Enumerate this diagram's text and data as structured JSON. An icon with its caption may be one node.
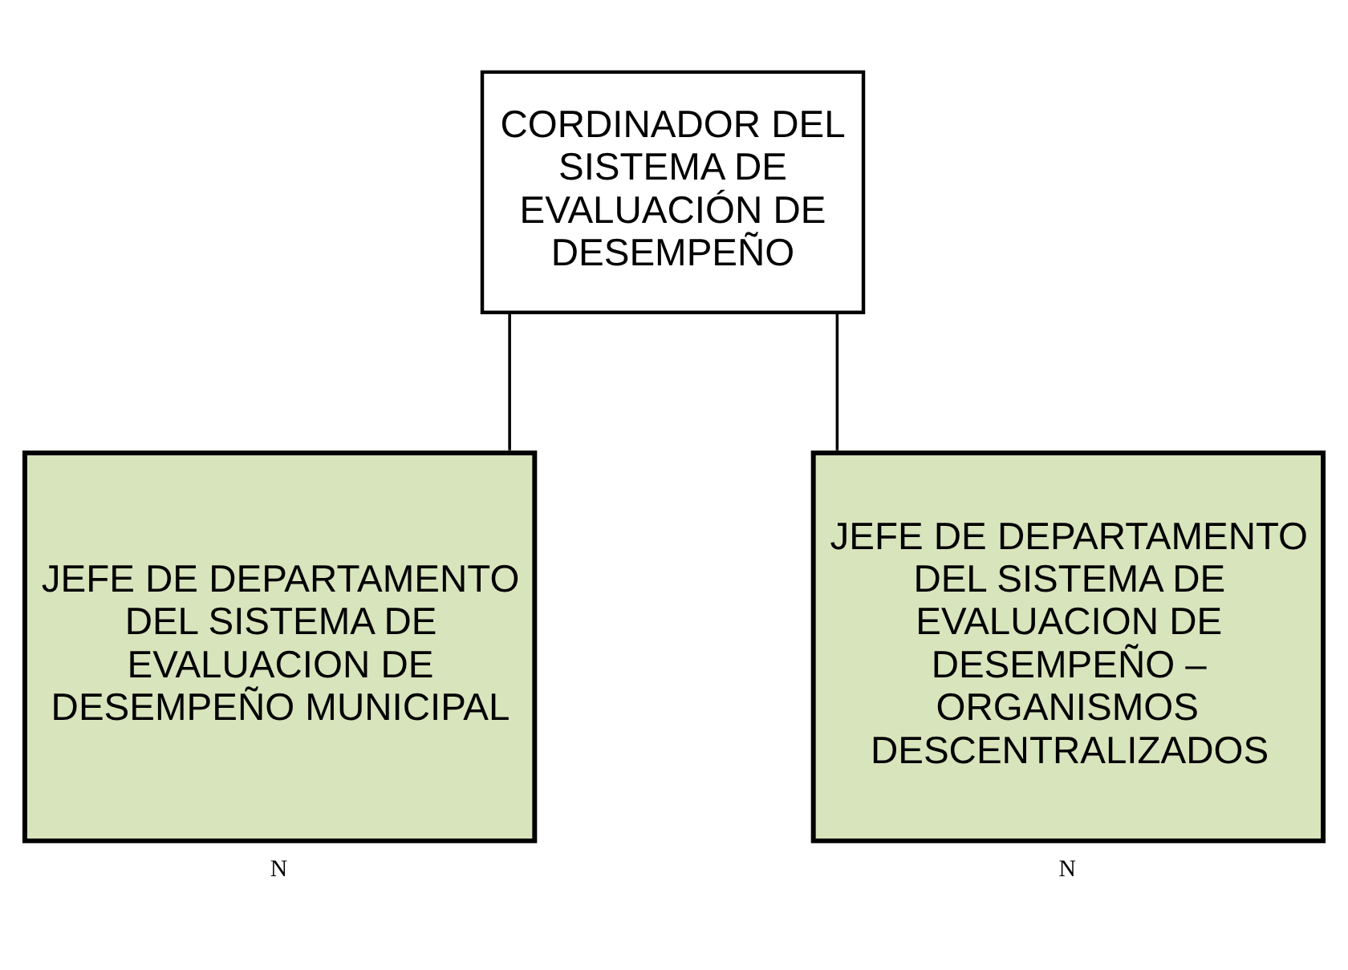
{
  "diagram": {
    "nodes": [
      {
        "text": [
          "CORDINADOR DEL SISTEMA DE EVALUACIÓN DE DESEMPEÑO"
        ]
      },
      {
        "text": [
          "JEFE DE DEPARTAMENTO DEL SISTEMA DE EVALUACION DE DESEMPEÑO MUNICIPAL"
        ],
        "beside": [
          "N"
        ]
      },
      {
        "text": [
          "JEFE DE DEPARTAMENTO DEL SISTEMA DE EVALUACION DE DESEMPEÑO – ORGANISMOS DESCENTRALIZADOS"
        ],
        "beside": [
          "N"
        ]
      }
    ],
    "edges": [
      {
        "from": 0,
        "to": 1,
        "arrow": "none"
      },
      {
        "from": 0,
        "to": 2,
        "arrow": "none"
      }
    ]
  }
}
